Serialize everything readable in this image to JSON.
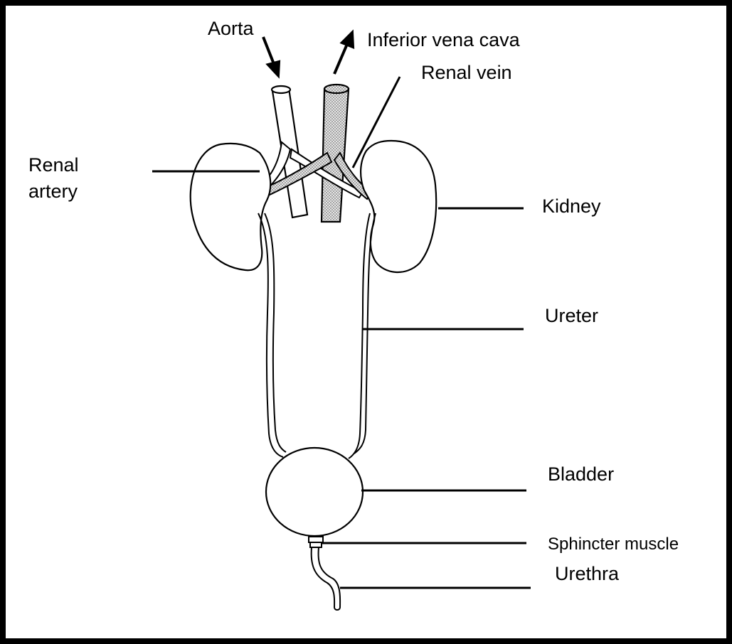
{
  "labels": {
    "aorta": "Aorta",
    "inferior_vena_cava": "Inferior vena cava",
    "renal_vein": "Renal vein",
    "renal_artery_line1": "Renal",
    "renal_artery_line2": "artery",
    "kidney": "Kidney",
    "ureter": "Ureter",
    "bladder": "Bladder",
    "sphincter_muscle": "Sphincter muscle",
    "urethra": "Urethra"
  },
  "colors": {
    "ink": "#000000",
    "background": "#ffffff",
    "vena_cava_stipple": "#bdbdbd"
  }
}
